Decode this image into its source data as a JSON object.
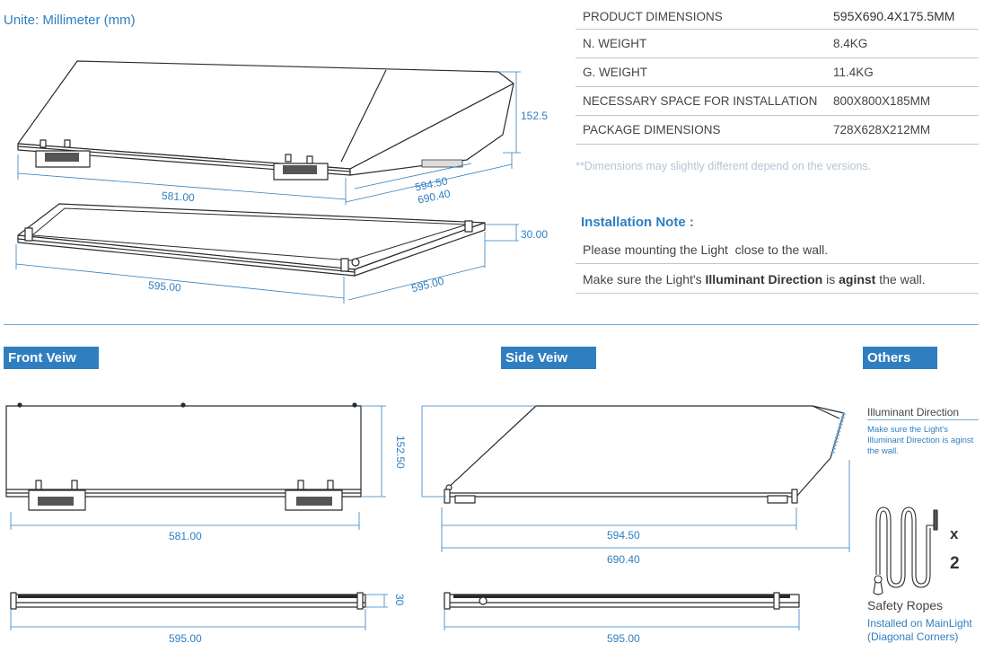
{
  "units_label": "Unite: Millimeter (mm)",
  "specs": [
    {
      "label": "PRODUCT DIMENSIONS",
      "value": "595X690.4X175.5MM"
    },
    {
      "label": "N. WEIGHT",
      "value": "8.4KG"
    },
    {
      "label": "G. WEIGHT",
      "value": "11.4KG"
    },
    {
      "label": "NECESSARY SPACE FOR INSTALLATION",
      "value": "800X800X185MM"
    },
    {
      "label": "PACKAGE DIMENSIONS",
      "value": "728X628X212MM"
    }
  ],
  "footnote": "**Dimensions may slightly different depend on the versions.",
  "installation": {
    "title": "Installation Note :",
    "line1": "Please mounting the Light  close to the wall.",
    "line2_a": "Make sure the Light's ",
    "line2_b": "Illuminant Direction",
    "line2_c": " is ",
    "line2_d": "aginst",
    "line2_e": " the wall."
  },
  "iso_dims": {
    "height": "152.5",
    "width_front": "581.00",
    "depth_a": "594.50",
    "depth_b": "690.40",
    "frame_height": "30.00",
    "frame_width": "595.00",
    "frame_depth": "595.00"
  },
  "sections": {
    "front": "Front Veiw",
    "side": "Side Veiw",
    "others": "Others"
  },
  "front_dims": {
    "height": "152.50",
    "width": "581.00",
    "frame_height": "30",
    "frame_width": "595.00"
  },
  "side_dims": {
    "depth_a": "594.50",
    "depth_b": "690.40",
    "frame_width": "595.00"
  },
  "others": {
    "illuminant_title": "Illuminant Direction",
    "illuminant_note": "Make sure the Light's Illuminant Direction is aginst the wall.",
    "qty_x": "x",
    "qty_n": "2",
    "ropes_title": "Safety Ropes",
    "ropes_sub": "Installed on MainLight (Diagonal Corners)"
  },
  "colors": {
    "accent": "#2f7fc0",
    "drawing": "#2b2b2b",
    "dimension": "#2f7fc0"
  }
}
